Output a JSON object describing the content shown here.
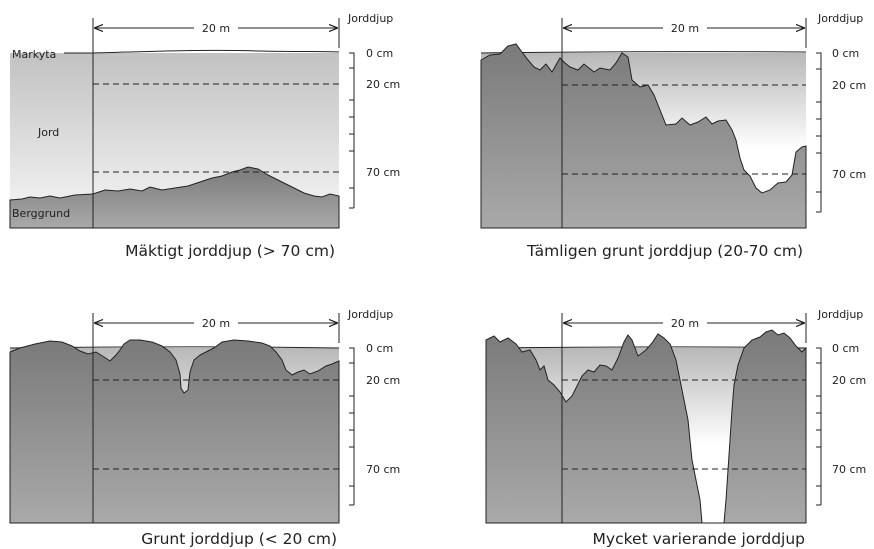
{
  "figure": {
    "labels": {
      "markyta": "Markyta",
      "jord": "Jord",
      "berggrund": "Berggrund"
    },
    "scale": "20 m",
    "depth_axis": {
      "title": "Jorddjup",
      "ticks": [
        "0 cm",
        "20 cm",
        "70 cm"
      ]
    },
    "panels": [
      {
        "caption": "Mäktigt jorddjup (> 70 cm)"
      },
      {
        "caption": "Tämligen grunt jorddjup (20-70 cm)"
      },
      {
        "caption": "Grunt jorddjup (< 20 cm)"
      },
      {
        "caption": "Mycket varierande jorddjup"
      }
    ]
  }
}
